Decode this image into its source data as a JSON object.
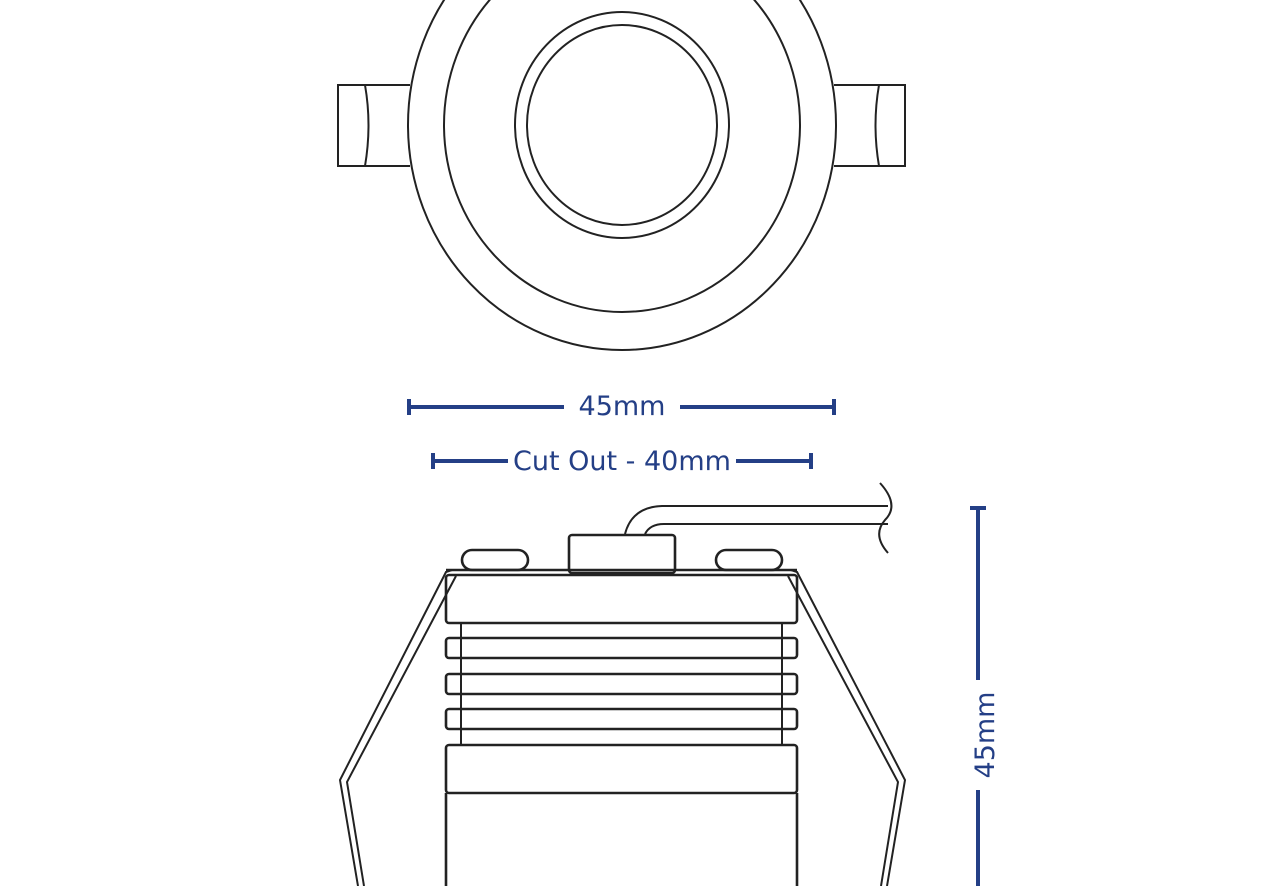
{
  "dimensions": {
    "overall_width": "45mm",
    "cut_out": "Cut Out - 40mm",
    "height": "45mm"
  },
  "colors": {
    "dimension": "#243f86",
    "outline": "#222222"
  }
}
